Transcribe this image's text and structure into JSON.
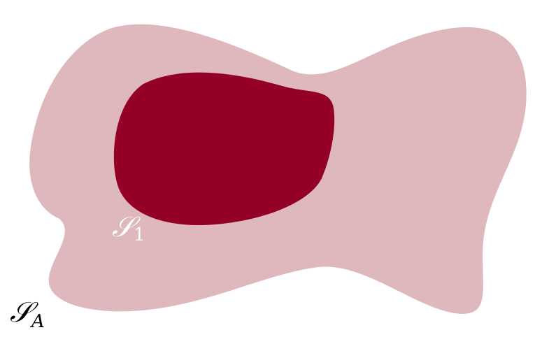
{
  "diagram": {
    "outer_set": {
      "label": "𝒮",
      "subscript": "A",
      "fill": "#deb8bc"
    },
    "inner_set": {
      "label": "𝒮",
      "subscript": "1",
      "fill": "#940026"
    },
    "outer_label_color": "#000000",
    "inner_label_color": "#ffffff"
  }
}
